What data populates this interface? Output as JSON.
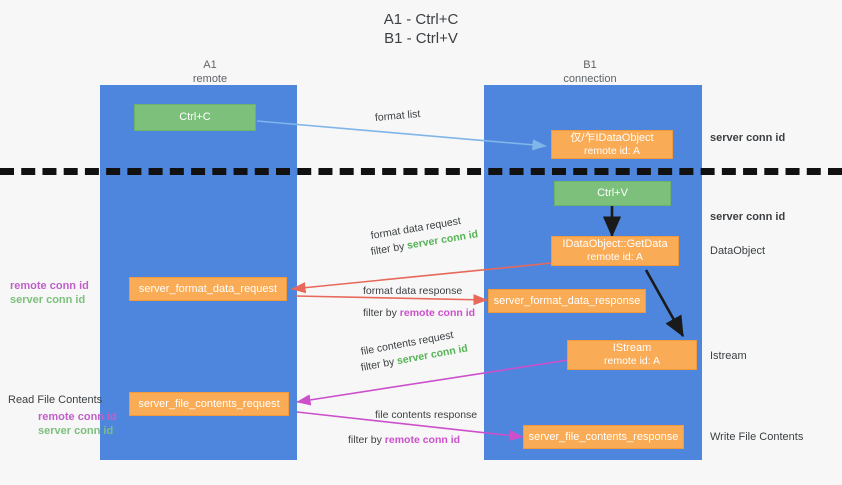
{
  "title": {
    "line1": "A1 - Ctrl+C",
    "line2": "B1 - Ctrl+V"
  },
  "columns": [
    {
      "name": "A1",
      "sub": "remote"
    },
    {
      "name": "B1",
      "sub": "connection"
    }
  ],
  "boxes": {
    "ctrl_c": {
      "line1": "Ctrl+C",
      "line2": ""
    },
    "ctrl_v": {
      "line1": "Ctrl+V",
      "line2": ""
    },
    "idataobject": {
      "line1": "仅/乍IDataObject",
      "line2": "remote id: A"
    },
    "getdata": {
      "line1": "IDataObject::GetData",
      "line2": "remote id: A"
    },
    "istream": {
      "line1": "IStream",
      "line2": "remote id: A"
    },
    "fmt_req": {
      "line1": "server_format_data_request",
      "line2": ""
    },
    "fmt_resp": {
      "line1": "server_format_data_response",
      "line2": ""
    },
    "file_req": {
      "line1": "server_file_contents_request",
      "line2": ""
    },
    "file_resp": {
      "line1": "server_file_contents_response",
      "line2": ""
    }
  },
  "edges": {
    "format_list": "format list",
    "fmt_req_l1": "format data request",
    "fmt_req_filter": "filter by ",
    "fmt_req_filter_key": "server conn id",
    "fmt_resp_l1": "format data response",
    "fmt_resp_filter": "filter by ",
    "fmt_resp_filter_key": "remote conn id",
    "file_req_l1": "file contents request",
    "file_req_filter": "filter by ",
    "file_req_filter_key": "server conn id",
    "file_resp_l1": "file contents response",
    "file_resp_filter": "filter by ",
    "file_resp_filter_key": "remote conn id"
  },
  "right_labels": {
    "server_conn_id_1": "server conn id",
    "server_conn_id_2": "server conn id",
    "dataobject": "DataObject",
    "istream": "Istream",
    "write_file_contents": "Write File Contents"
  },
  "left_labels": {
    "group1_remote": "remote conn id",
    "group1_server": "server conn id",
    "read_file_contents": "Read File Contents",
    "group2_remote": "remote conn id",
    "group2_server": "server conn id"
  },
  "colors": {
    "lane": "#4e86dd",
    "orange": "#f9ab55",
    "green": "#7cc07c",
    "green_text": "#56b356",
    "magenta_text": "#cc4fcc",
    "blue_arrow": "#7fb5e8",
    "red_arrow": "#e8685a",
    "magenta_arrow": "#cc4fcc",
    "dark_arrow": "#1a1a1a"
  }
}
